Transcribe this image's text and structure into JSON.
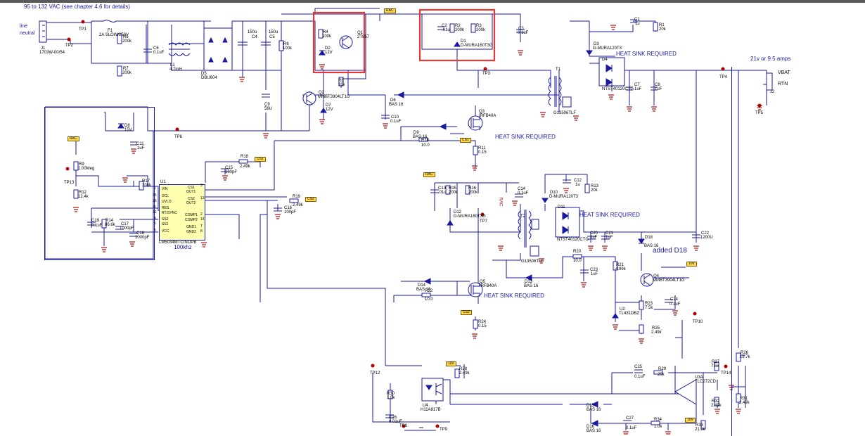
{
  "notes": {
    "input_spec": "95 to 132 VAC (see chapter 4.6 for details)",
    "line": "line",
    "neutral": "neutral",
    "output_spec": "21v or 9.5 amps",
    "heat_sink": "HEAT SINK REQUIRED",
    "added_d18": "added D18",
    "freq": "100khz"
  },
  "net_tags": {
    "rac": "RAC",
    "cs1": "CS1",
    "cs2": "CS2",
    "v10": "10V"
  },
  "ic": {
    "name": "U1",
    "part": "LM5034MTC/NOPB",
    "left_pins": [
      "VIN",
      "DCL",
      "UVLO",
      "RES",
      "RT/SYNC",
      "SS2",
      "SS1",
      "VCC"
    ],
    "left_nums": [
      "1",
      "15",
      "16",
      "11",
      "12",
      "4",
      "5",
      "6"
    ],
    "right_pins": [
      "OUT1",
      "OUT2",
      "COMP1",
      "COMP2",
      "GND1",
      "GND2"
    ],
    "right_nums": [
      "3",
      "13",
      "2",
      "14",
      "7",
      "8"
    ],
    "cs_pins": [
      "CS1",
      "CS2"
    ]
  },
  "connector_out": {
    "ref": "J2",
    "pins": [
      "VBAT",
      "RTN"
    ]
  },
  "labels": {
    "j1": "J1",
    "j1v": "1703W-00/54",
    "tp1": "TP1",
    "tp2": "TP2",
    "tp3": "TP3",
    "tp4": "TP4",
    "tp5": "TP5",
    "tp6": "TP6",
    "tp7": "TP7",
    "tp9": "TP9",
    "tp10": "TP10",
    "tp12": "TP12",
    "tp13": "TP13",
    "tp14": "TP14",
    "tp8": "TP8",
    "f1": "F1",
    "f1v": "2A SLOW/250V",
    "r5": "R5",
    "r5v": "200k",
    "r7": "R7",
    "r7v": "200k",
    "c6": "C6",
    "c6v": "0.1uF",
    "l1": "L1",
    "l1v": "4.7mH",
    "d5": "D5",
    "d5v": "DBU604",
    "c4": "C4",
    "c4v": "150u",
    "c5": "C5",
    "c5v": "150u",
    "r6": "R6",
    "r6v": "100k",
    "c9": "C9",
    "c9v": "56U",
    "r4": "R4",
    "r4v": "100k",
    "d2": "D2",
    "d2v": "12V",
    "q1": "Q1",
    "q1v": "2T857",
    "r8": "R8",
    "r8v": "20k",
    "q2": "Q2",
    "q2v": "MMBT3904LT1G",
    "d7": "D7",
    "d7v": "12V",
    "c2": "C2",
    "c2v": ".01u",
    "r2": "R2",
    "r2v": "200k",
    "r3": "R3",
    "r3v": "200k",
    "d1": "D1",
    "d1v": "D-MURA160T3G",
    "c3": "C3",
    "c3v": "0.1uF",
    "d6": "D6",
    "d6v": "BAS 16",
    "c10": "C10",
    "c10v": "0.1uF",
    "q3": "Q3",
    "q3v": "IRFB40A",
    "d9": "D9",
    "d9v": "BAS 16",
    "r10": "R10",
    "r10v": "10.0",
    "r11": "R11",
    "r11v": "0.15",
    "t1": "T1",
    "t1v": "G13506TLF",
    "c1": "C1",
    "c1v": "1u",
    "r1": "R1",
    "r1v": "20k",
    "d3": "D3",
    "d3v": "D-MURA120T3",
    "d4": "D4",
    "d4v": "NTST40120CTG",
    "c7": "C7",
    "c7v": "1uF",
    "c8": "C8",
    "c8v": "1uF",
    "d8": "D8",
    "d8v": "15V",
    "c11": "C11",
    "c11v": "1uF",
    "r9": "R9",
    "r9v": "1.00Meg",
    "r12": "R12",
    "r12v": "12.4k",
    "r17": "R17",
    "r17v": "200k",
    "r18": "R18",
    "r18v": "2.49k",
    "c15": "C15",
    "c15v": "100pF",
    "r19": "R19",
    "r19v": "2.49k",
    "c16": "C16",
    "c16v": "100pF",
    "c19": "C19",
    "c19v": "0.1uF",
    "r14": "R14",
    "r14v": "86.6k",
    "c17": "C17",
    "c17v": "1000pF",
    "c18": "C18",
    "c18v": "1000pF",
    "c13": "C13",
    "c13v": ".01u",
    "r15": "R15",
    "r15v": "200k",
    "r16": "R16",
    "r16v": "200k",
    "c14": "C14",
    "c14v": "0.1uF",
    "d12": "D12",
    "d12v": "D-MURA160T3G",
    "t2": "T2",
    "t2v": "G13506TLF",
    "c12": "C12",
    "c12v": "1u",
    "r13": "R13",
    "r13v": "20k",
    "d10": "D10",
    "d10v": "D-MURA120T3",
    "d11": "D11",
    "d11v": "NTST40120CTG",
    "c20": "C20",
    "c20v": "1uF",
    "c21": "C21",
    "c21v": "1uF",
    "c22": "C22",
    "c22v": "1200U",
    "d18": "D18",
    "d18v": "BAS 16",
    "r20": "R20",
    "r20v": "10.0",
    "c23": "C23",
    "c23v": "1uF",
    "d13": "D13",
    "d13v": "BAS 16",
    "r21": "R21",
    "r21v": "4.99k",
    "q4": "Q4",
    "q4v": "MMBT3904LT1G",
    "d14": "D14",
    "d14v": "BAS 16",
    "r22": "R22",
    "r22v": "10.0",
    "q5": "Q5",
    "q5v": "IRFB40A",
    "r24": "R24",
    "r24v": "0.15",
    "u2": "U2",
    "u2v": "TL431DBZ",
    "r23": "R23",
    "r23v": "7.5k",
    "c24": "C24",
    "c24v": "0.1uF",
    "r25": "R25",
    "r25v": "2.49k",
    "r26": "R26",
    "r26v": "18.7k",
    "r28": "R28",
    "r28v": "2.49k",
    "r30": "R30",
    "r30v": "1.0k",
    "u4": "U4",
    "u4v": "H11A817B",
    "c26": "C26",
    "c26v": "0.01uF",
    "c25": "C25",
    "c25v": "0.1uF",
    "r29": "R29",
    "r29v": "20k",
    "r27": "R27",
    "r27v": "7.5k",
    "u3": "U3A",
    "u3v": "TLC272CD",
    "r32": "R32",
    "r32v": "2.49k",
    "r31": "R31",
    "r31v": "2.49k",
    "d15": "D15",
    "d15v": "BAS 16",
    "d16": "D16",
    "d16v": "BAS 16",
    "c27": "C27",
    "c27v": "0.1uF",
    "r34": "R34",
    "r34v": "1.0k",
    "r33": "R33",
    "r33v": "21.0k",
    "rac_rot": "RAC"
  }
}
